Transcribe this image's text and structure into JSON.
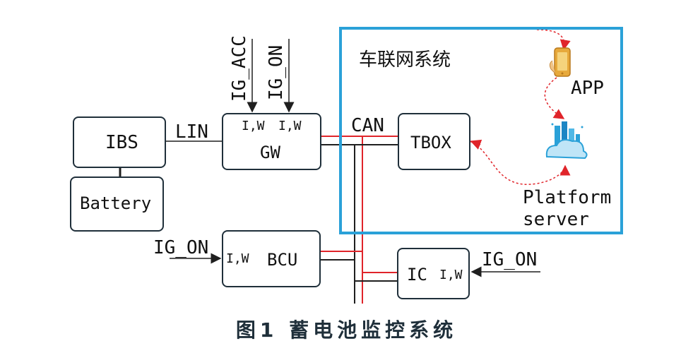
{
  "system": {
    "title": "车联网系统"
  },
  "nodes": {
    "ibs": "IBS",
    "battery": "Battery",
    "gw": "GW",
    "gw_in1": "I,W",
    "gw_in2": "I,W",
    "bcu": "BCU",
    "bcu_in": "I,W",
    "tbox": "TBOX",
    "ic": "IC",
    "ic_in": "I,W",
    "app": "APP",
    "platform_line1": "Platform",
    "platform_line2": "server"
  },
  "signals": {
    "lin": "LIN",
    "can": "CAN",
    "ig_acc": "IG_ACC",
    "ig_on_gw": "IG_ON",
    "ig_on_bcu": "IG_ON",
    "ig_on_ic": "IG_ON"
  },
  "caption": {
    "text": "图1   蓄电池监控系统"
  },
  "colors": {
    "frame": "#2aa1d8",
    "can_high": "#e0242a",
    "can_low": "#1f1f1f",
    "dashed": "#e0242a"
  }
}
